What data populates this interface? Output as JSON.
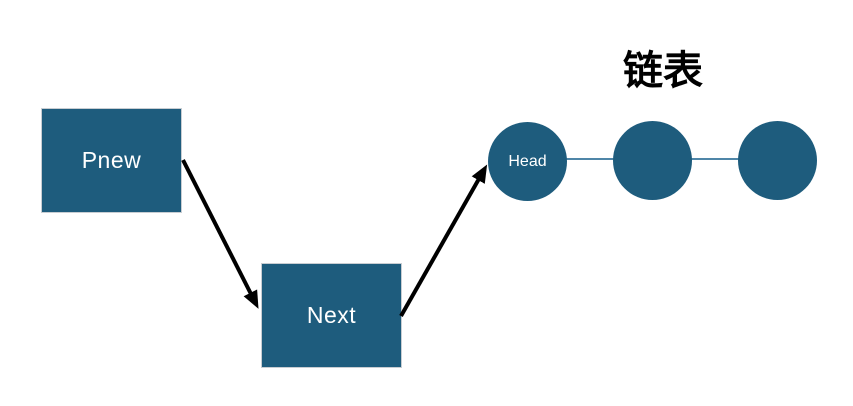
{
  "diagram": {
    "title": "链表",
    "pointer_boxes": [
      {
        "id": "pnew",
        "label": "Pnew"
      },
      {
        "id": "next",
        "label": "Next"
      }
    ],
    "list_nodes": [
      {
        "label": "Head"
      },
      {
        "label": ""
      },
      {
        "label": ""
      }
    ],
    "arrows": [
      {
        "name": "pnew-to-next",
        "from": "pnew",
        "to": "next"
      },
      {
        "name": "next-to-head",
        "from": "next",
        "to": "head-node"
      }
    ],
    "colors": {
      "node_fill": "#1e5c7d",
      "node_text": "#ffffff",
      "connector_line": "#4f86a8",
      "arrow": "#000000",
      "title_text": "#000000",
      "background": "#ffffff"
    }
  }
}
